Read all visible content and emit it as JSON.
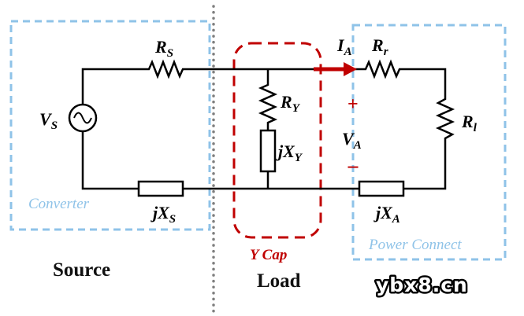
{
  "sections": {
    "source": "Source",
    "load": "Load"
  },
  "boxes": {
    "converter": "Converter",
    "power_connect": "Power Connect",
    "y_cap": "Y Cap"
  },
  "components": {
    "vs": {
      "main": "V",
      "sub": "S"
    },
    "rs": {
      "main": "R",
      "sub": "S"
    },
    "jxs": {
      "main": "jX",
      "sub": "S"
    },
    "ry": {
      "main": "R",
      "sub": "Y"
    },
    "jxy": {
      "main": "jX",
      "sub": "Y"
    },
    "ia": {
      "main": "I",
      "sub": "A"
    },
    "rr": {
      "main": "R",
      "sub": "r"
    },
    "rl": {
      "main": "R",
      "sub": "l"
    },
    "jxa": {
      "main": "jX",
      "sub": "A"
    },
    "va": {
      "main": "V",
      "sub": "A"
    },
    "va_plus": "+",
    "va_minus": "−"
  },
  "watermark": "ybx8.cn",
  "colors": {
    "accent_blue": "#8fc3e8",
    "accent_red": "#c00000",
    "wire": "#000000",
    "separator": "#7f7f7f"
  }
}
